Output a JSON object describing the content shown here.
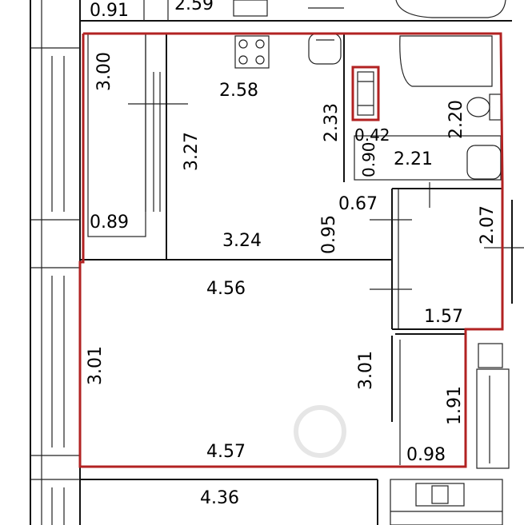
{
  "plan": {
    "outline_color": "#b22222",
    "dimensions": {
      "top_left": "0.91",
      "top_mid": "2.59",
      "balcony_height": "3.00",
      "balcony_width": "0.89",
      "kitchen_depth": "3.27",
      "kitchen_top": "2.58",
      "kitchen_bottom": "3.24",
      "bath_height": "2.33",
      "bath_side": "2.20",
      "small_042": "0.42",
      "small_090": "0.90",
      "wc_width": "2.21",
      "door_095": "0.95",
      "door_067": "0.67",
      "hall_height": "2.07",
      "hall_width": "1.57",
      "room_top": "4.56",
      "room_left": "3.01",
      "room_right": "3.01",
      "room_bottom": "4.57",
      "closet_height": "1.91",
      "closet_width": "0.98",
      "bottom_room": "4.36"
    }
  }
}
